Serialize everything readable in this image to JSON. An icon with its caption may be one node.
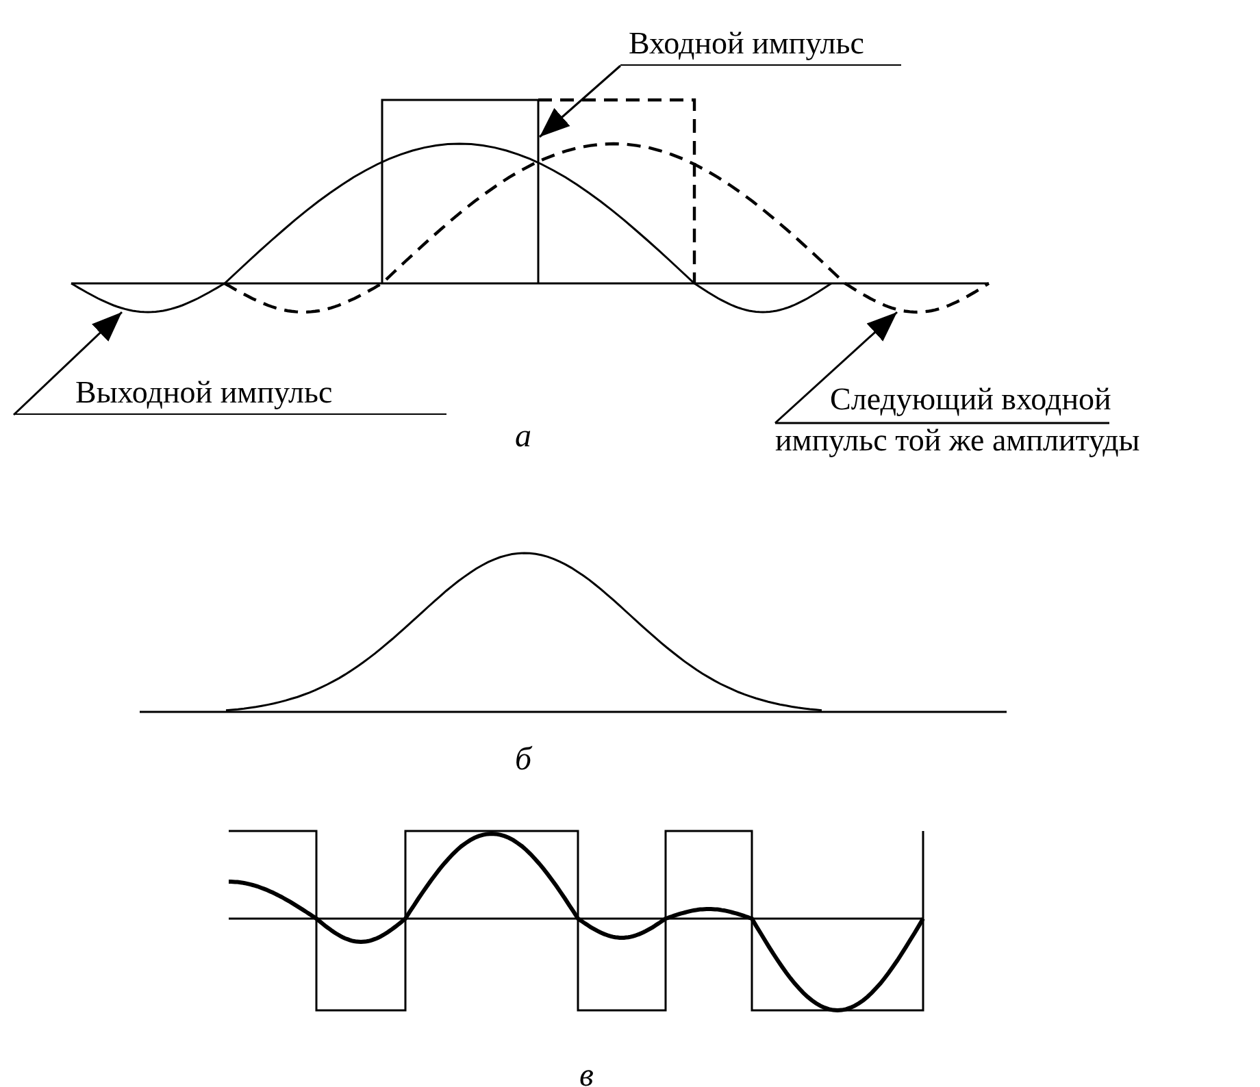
{
  "diagram": {
    "nodes": [
      {
        "text": [
          "Входной импульс"
        ]
      },
      {
        "text": [
          "Выходной импульс"
        ]
      },
      {
        "text": [
          "Следующий входной импульс той же амплитуды"
        ]
      },
      {
        "text": [],
        "shape": "picture"
      },
      {
        "text": [],
        "shape": "picture"
      },
      {
        "text": [],
        "shape": "picture"
      }
    ],
    "edges": [
      {
        "from": 0,
        "to": 3,
        "arrow": "to"
      },
      {
        "from": 1,
        "to": 4,
        "arrow": "to"
      },
      {
        "from": 2,
        "to": 5,
        "arrow": "to"
      }
    ],
    "labels": [
      "а",
      "б",
      "в"
    ]
  }
}
